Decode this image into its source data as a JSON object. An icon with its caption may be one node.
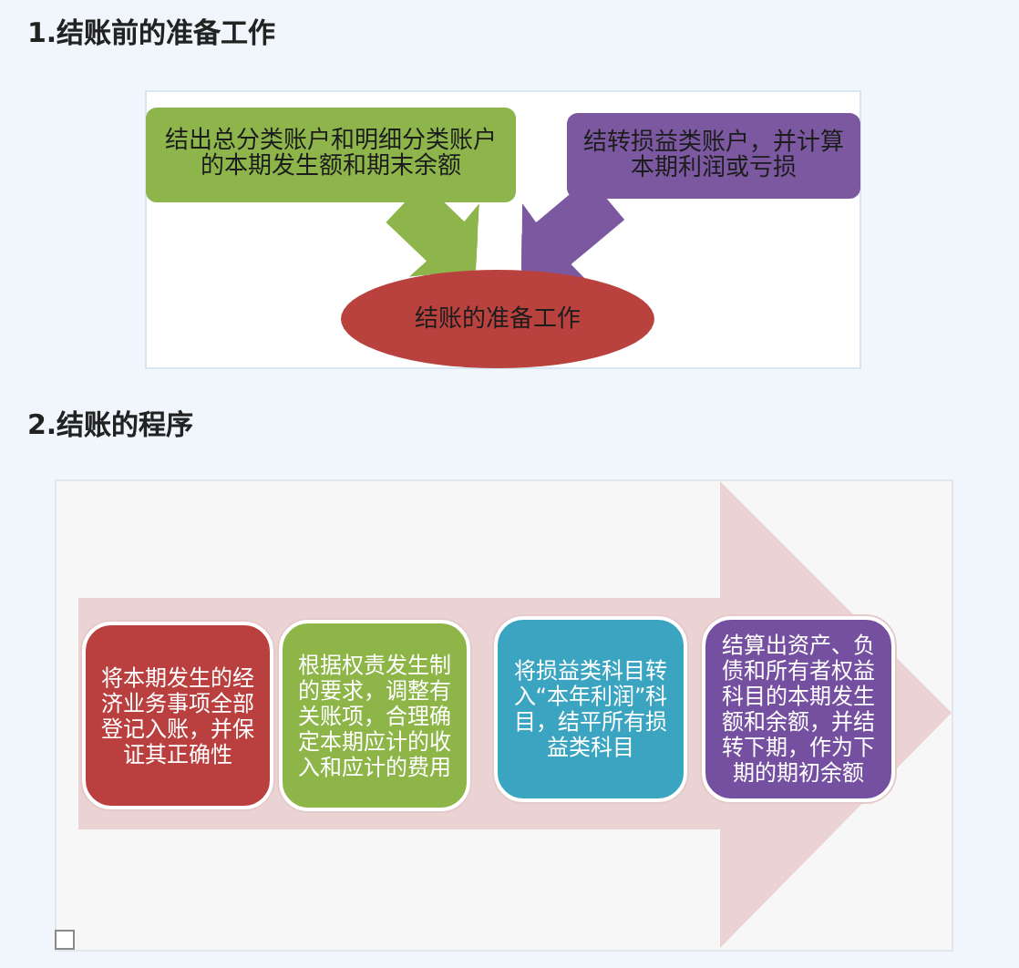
{
  "diagram": {
    "nodes": [
      {
        "text": [
          "结出总分类账户和明细分类账户的本期发生额和期末余额"
        ]
      },
      {
        "text": [
          "结转损益类账户，并计算本期利润或亏损"
        ]
      },
      {
        "text": [
          "结账的准备工作"
        ]
      },
      {
        "text": [],
        "shape": "arrow"
      },
      {
        "text": [
          "将本期发生的经济业务事项全部登记入账，并保证其正确性"
        ],
        "in": 3
      },
      {
        "text": [
          "根据权责发生制的要求，调整有关账项，合理确定本期应计的收入和应计的费用"
        ],
        "in": 3
      },
      {
        "text": [
          "将损益类科目转入“本年利润”科目，结平所有损益类科目"
        ],
        "in": 3
      },
      {
        "text": [
          "结算出资产、负债和所有者权益科目的本期发生额和余额，并结转下期，作为下期的期初余额"
        ],
        "in": 3
      }
    ],
    "edges": [
      {
        "from": 0,
        "to": 2,
        "arrow": "to",
        "color": "#8db54b"
      },
      {
        "from": 1,
        "to": 2,
        "arrow": "to",
        "color": "#7b58a0"
      }
    ],
    "labels": [
      "1.结账前的准备工作",
      "2.结账的程序"
    ]
  }
}
